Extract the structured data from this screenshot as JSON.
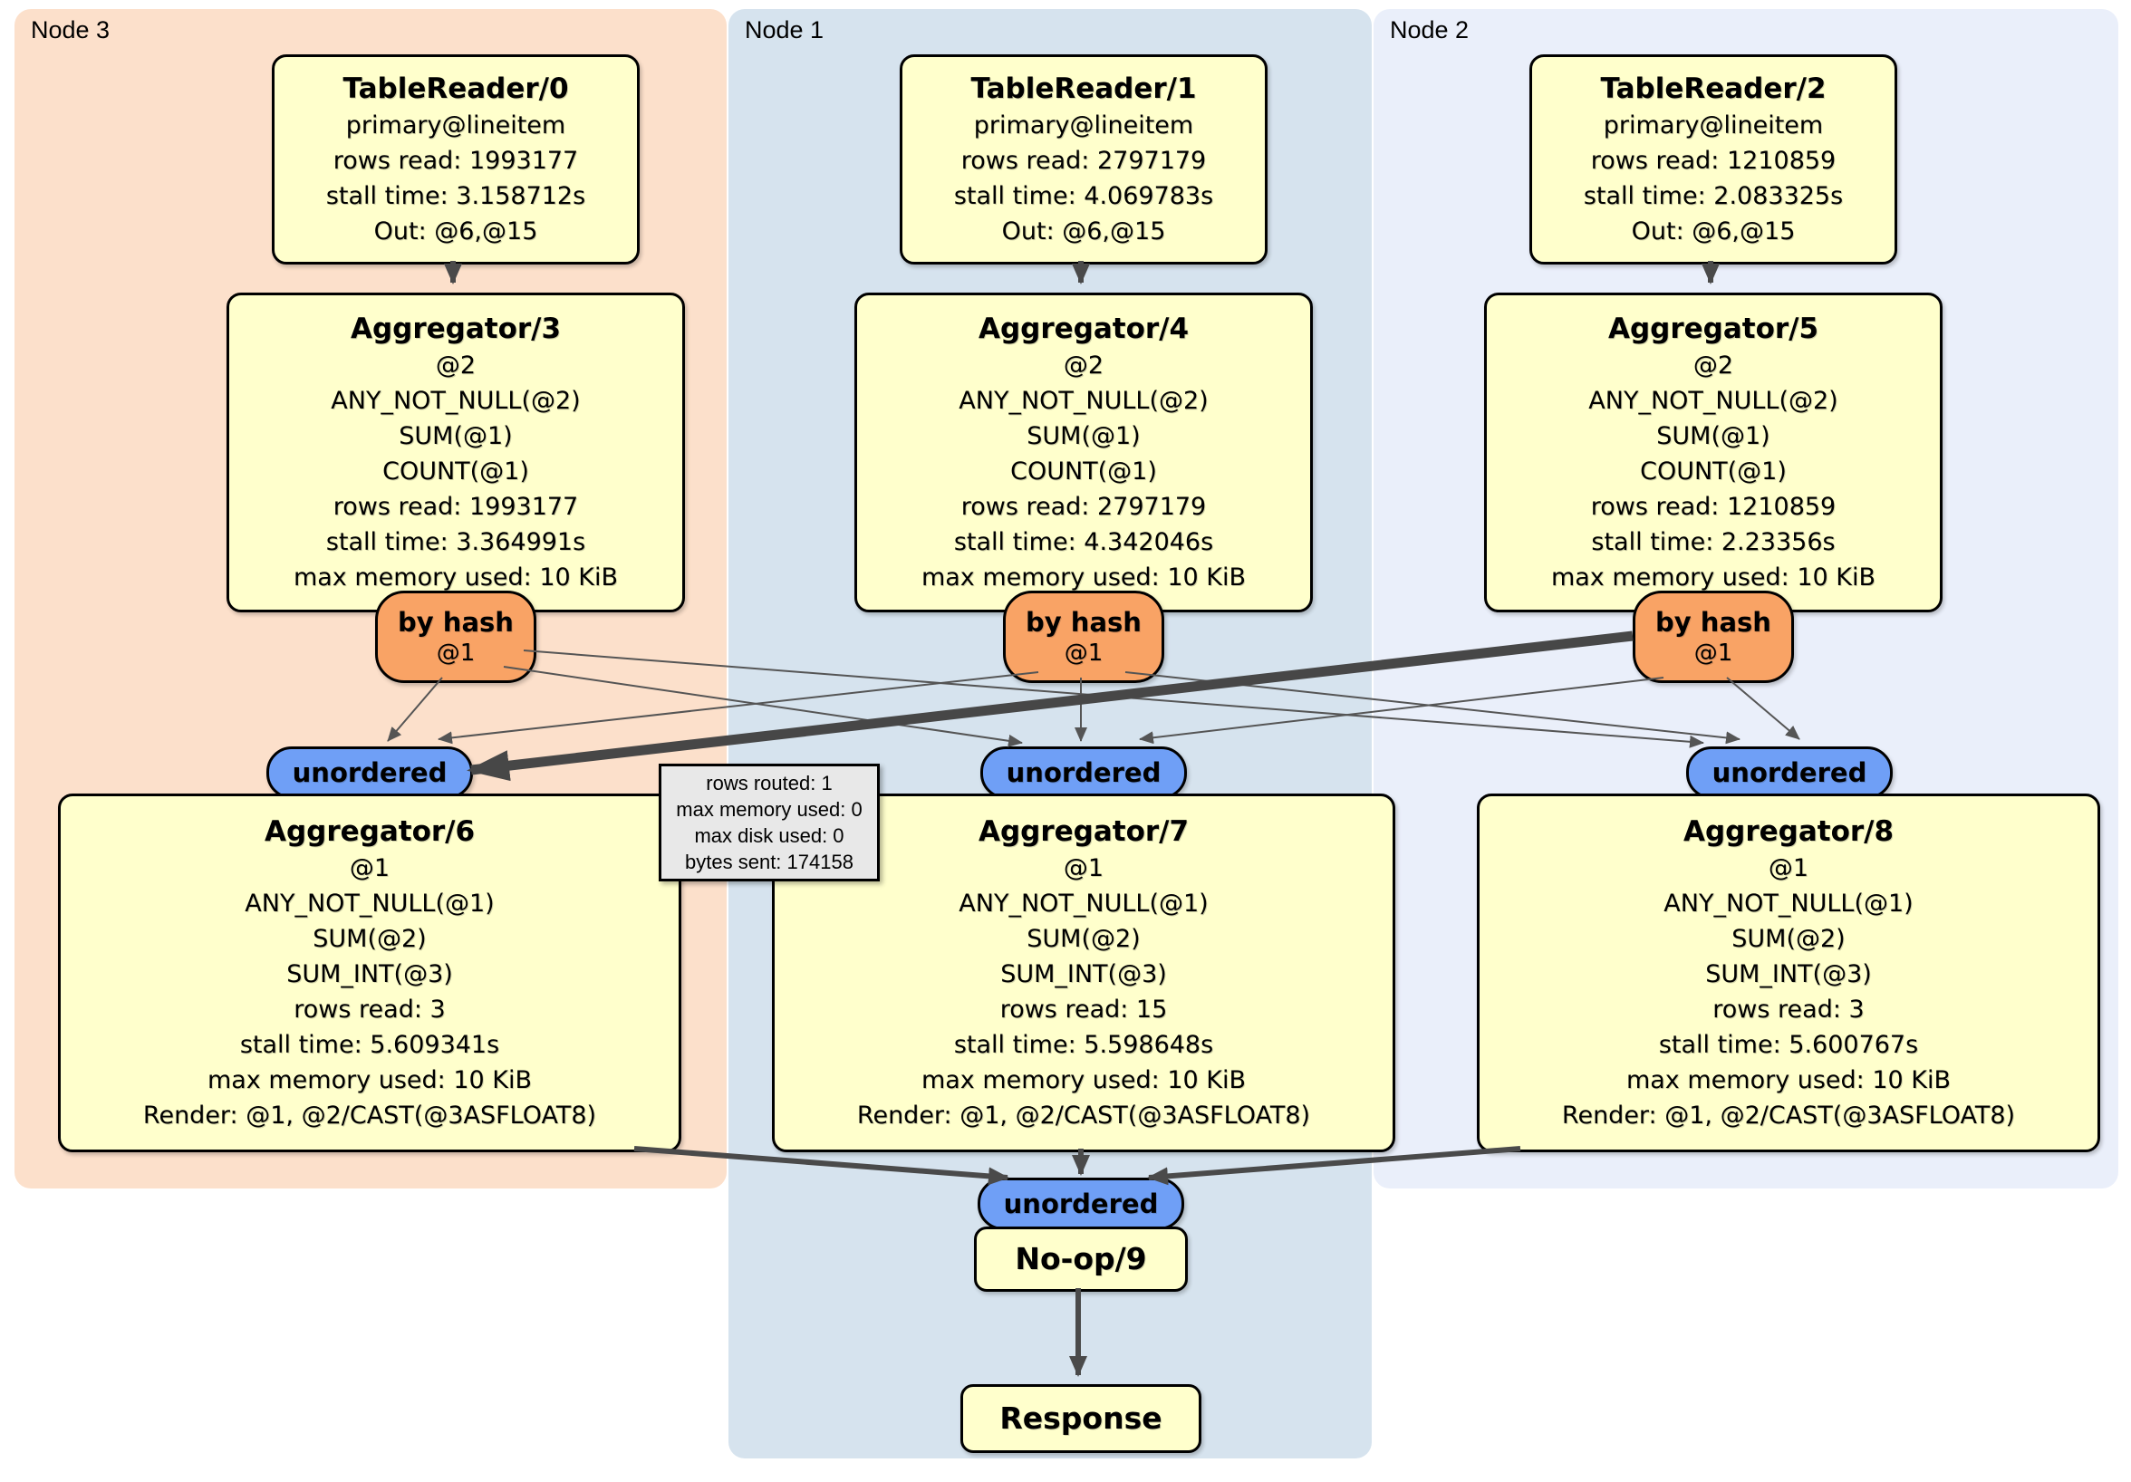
{
  "regions": [
    {
      "label": "Node 3"
    },
    {
      "label": "Node 1"
    },
    {
      "label": "Node 2"
    }
  ],
  "colors": {
    "node3_bg": "#fce0cb",
    "node1_bg": "#d6e3ee",
    "node2_bg": "#eaeffa",
    "node_fill": "#ffffcc",
    "hash_router_fill": "#f9a365",
    "stream_fill": "#6f9ff6",
    "tooltip_bg": "#e8e8e8",
    "edge": "#555555",
    "edge_highlight": "#474747"
  },
  "nodes": {
    "tablereader0": {
      "title": "TableReader/0",
      "rows": [
        "primary@lineitem",
        "rows read: 1993177",
        "stall time: 3.158712s",
        "Out: @6,@15"
      ]
    },
    "tablereader1": {
      "title": "TableReader/1",
      "rows": [
        "primary@lineitem",
        "rows read: 2797179",
        "stall time: 4.069783s",
        "Out: @6,@15"
      ]
    },
    "tablereader2": {
      "title": "TableReader/2",
      "rows": [
        "primary@lineitem",
        "rows read: 1210859",
        "stall time: 2.083325s",
        "Out: @6,@15"
      ]
    },
    "aggregator3": {
      "title": "Aggregator/3",
      "rows": [
        "@2",
        "ANY_NOT_NULL(@2)",
        "SUM(@1)",
        "COUNT(@1)",
        "rows read: 1993177",
        "stall time: 3.364991s",
        "max memory used: 10 KiB"
      ]
    },
    "aggregator4": {
      "title": "Aggregator/4",
      "rows": [
        "@2",
        "ANY_NOT_NULL(@2)",
        "SUM(@1)",
        "COUNT(@1)",
        "rows read: 2797179",
        "stall time: 4.342046s",
        "max memory used: 10 KiB"
      ]
    },
    "aggregator5": {
      "title": "Aggregator/5",
      "rows": [
        "@2",
        "ANY_NOT_NULL(@2)",
        "SUM(@1)",
        "COUNT(@1)",
        "rows read: 1210859",
        "stall time: 2.23356s",
        "max memory used: 10 KiB"
      ]
    },
    "aggregator6": {
      "title": "Aggregator/6",
      "rows": [
        "@1",
        "ANY_NOT_NULL(@1)",
        "SUM(@2)",
        "SUM_INT(@3)",
        "rows read: 3",
        "stall time: 5.609341s",
        "max memory used: 10 KiB",
        "Render: @1, @2/CAST(@3ASFLOAT8)"
      ]
    },
    "aggregator7": {
      "title": "Aggregator/7",
      "rows": [
        "@1",
        "ANY_NOT_NULL(@1)",
        "SUM(@2)",
        "SUM_INT(@3)",
        "rows read: 15",
        "stall time: 5.598648s",
        "max memory used: 10 KiB",
        "Render: @1, @2/CAST(@3ASFLOAT8)"
      ]
    },
    "aggregator8": {
      "title": "Aggregator/8",
      "rows": [
        "@1",
        "ANY_NOT_NULL(@1)",
        "SUM(@2)",
        "SUM_INT(@3)",
        "rows read: 3",
        "stall time: 5.600767s",
        "max memory used: 10 KiB",
        "Render: @1, @2/CAST(@3ASFLOAT8)"
      ]
    },
    "noop": {
      "title": "No-op/9"
    },
    "response": {
      "title": "Response"
    }
  },
  "routers": {
    "by_hash": "by hash",
    "hash_key": "@1",
    "unordered": "unordered"
  },
  "tooltip": {
    "rows": [
      "rows routed: 1",
      "max memory used: 0",
      "max disk used: 0",
      "bytes sent: 174158"
    ]
  }
}
